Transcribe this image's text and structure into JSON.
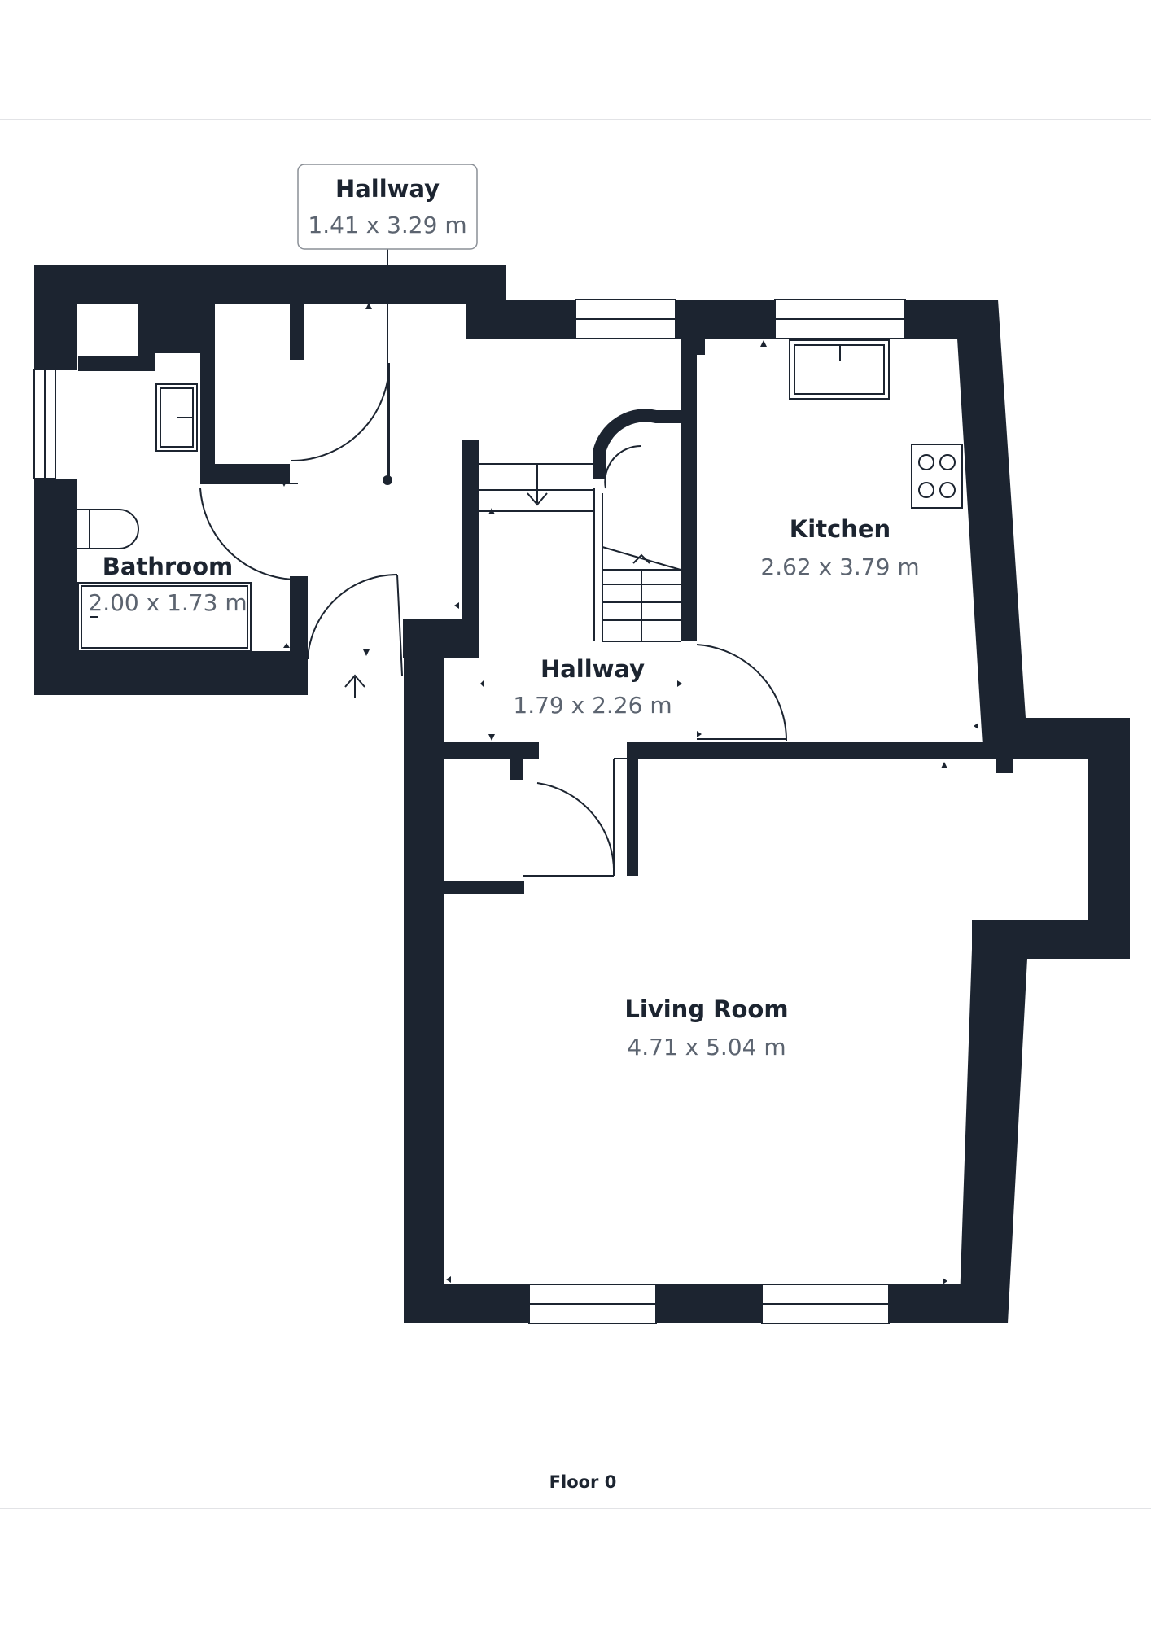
{
  "colors": {
    "wall": "#1c2430",
    "line": "#1c2430",
    "dim_text": "#5c6470",
    "divider": "#e2e3e6",
    "background": "#ffffff"
  },
  "rooms": {
    "hallway_top": {
      "name": "Hallway",
      "dims": "1.41 x 3.29 m"
    },
    "kitchen": {
      "name": "Kitchen",
      "dims": "2.62 x 3.79 m"
    },
    "bathroom": {
      "name": "Bathroom",
      "dims": "2.00 x 1.73 m"
    },
    "hallway_mid": {
      "name": "Hallway",
      "dims": "1.79 x 2.26 m"
    },
    "living_room": {
      "name": "Living Room",
      "dims": "4.71 x 5.04 m"
    }
  },
  "floor_label": "Floor 0",
  "icons": [
    "entrance-arrow-icon",
    "hob-icon",
    "sink-icon",
    "toilet-icon",
    "bathtub-icon",
    "stairs-icon",
    "light-point-icon"
  ]
}
